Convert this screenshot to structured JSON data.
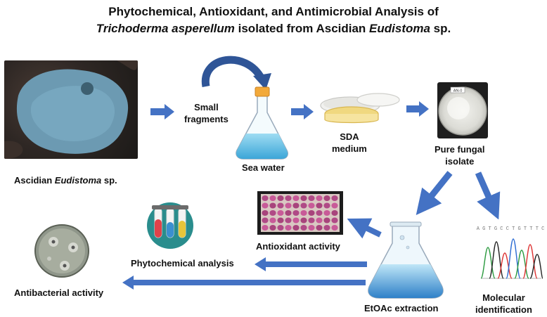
{
  "title": {
    "line1": "Phytochemical, Antioxidant, and Antimicrobial Analysis of",
    "line2_species": "Trichoderma asperellum",
    "line2_mid": " isolated from Ascidian ",
    "line2_genus": "Eudistoma",
    "line2_end": " sp."
  },
  "labels": {
    "ascidian_prefix": "Ascidian ",
    "ascidian_genus": "Eudistoma",
    "ascidian_suffix": " sp.",
    "small_fragments_1": "Small",
    "small_fragments_2": "fragments",
    "sea_water": "Sea water",
    "sda_1": "SDA",
    "sda_2": "medium",
    "pure_1": "Pure fungal",
    "pure_2": "isolate",
    "antioxidant": "Antioxidant activity",
    "phytochemical": "Phytochemical analysis",
    "antibacterial": "Antibacterial activity",
    "etoac": "EtOAc extraction",
    "molecular_1": "Molecular",
    "molecular_2": "identification"
  },
  "plate_label": "AN-0",
  "sequence_text": "A G T G C C T G T T T C",
  "colors": {
    "arrow": "#4472c4",
    "arrow_dark": "#2f5597",
    "water": "#6fc8e8",
    "ascidian": "#6f9fb8",
    "tube_teal": "#2a8d8d",
    "tube_red": "#e0424a",
    "tube_blue": "#3a8fd0",
    "tube_yellow": "#e8c53a"
  }
}
